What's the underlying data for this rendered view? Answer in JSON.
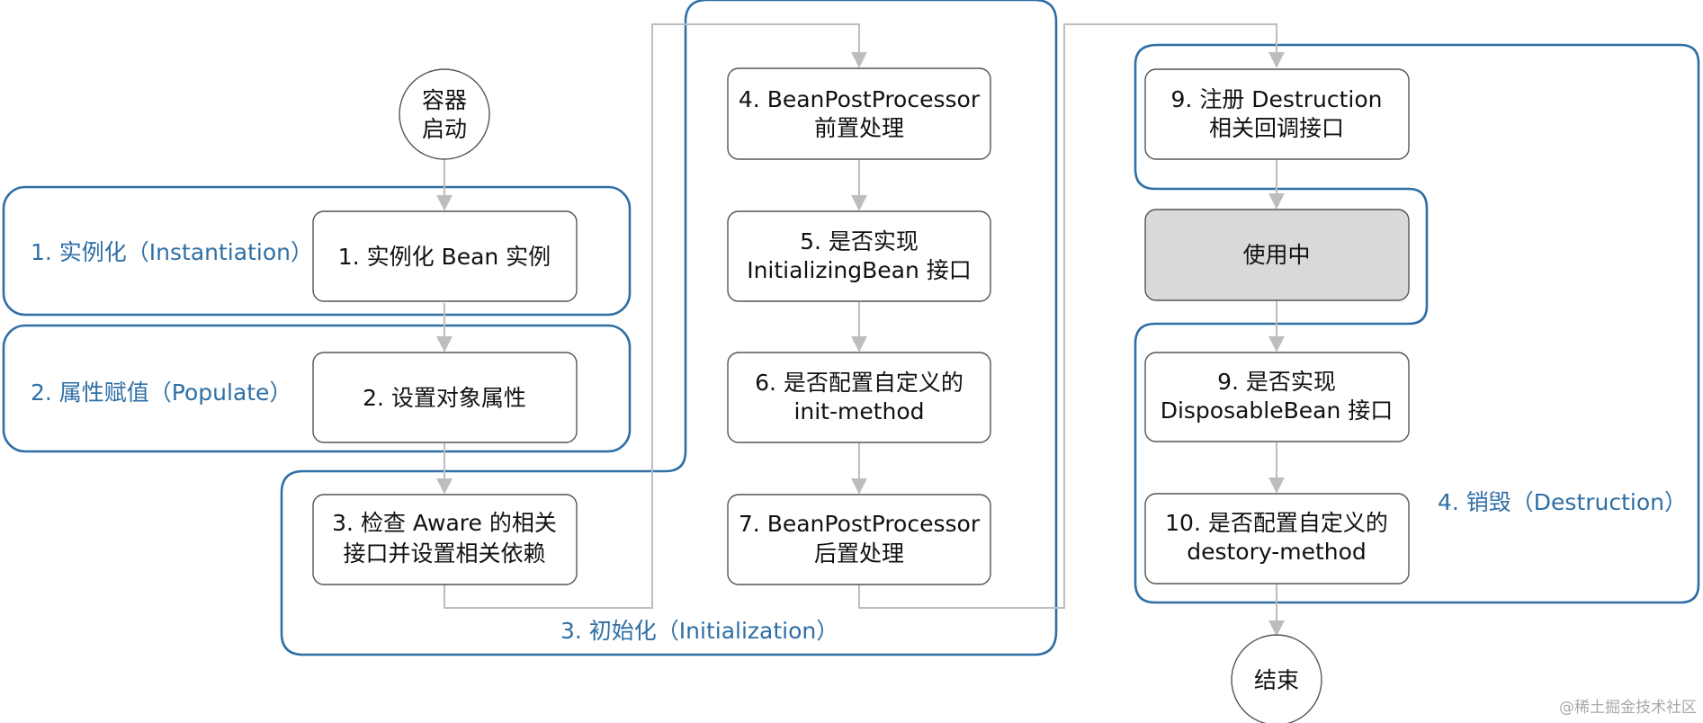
{
  "start": {
    "lines": [
      "容器",
      "启动"
    ]
  },
  "end": {
    "lines": [
      "结束"
    ]
  },
  "phases": {
    "instantiation": "1. 实例化（Instantiation）",
    "populate": "2. 属性赋值（Populate）",
    "initialization": "3. 初始化（Initialization）",
    "destruction": "4. 销毁（Destruction）"
  },
  "nodes": {
    "instantiate_bean": [
      "1. 实例化 Bean 实例"
    ],
    "set_properties": [
      "2. 设置对象属性"
    ],
    "check_aware": [
      "3. 检查 Aware 的相关",
      "接口并设置相关依赖"
    ],
    "bpp_before": [
      "4. BeanPostProcessor",
      "前置处理"
    ],
    "initializing_bean": [
      "5. 是否实现",
      "InitializingBean 接口"
    ],
    "init_method": [
      "6. 是否配置自定义的",
      "init-method"
    ],
    "bpp_after": [
      "7. BeanPostProcessor",
      "后置处理"
    ],
    "register_destruction": [
      "9. 注册 Destruction",
      "相关回调接口"
    ],
    "in_use": [
      "使用中"
    ],
    "disposable_bean": [
      "9. 是否实现",
      "DisposableBean 接口"
    ],
    "destroy_method": [
      "10. 是否配置自定义的",
      "destory-method"
    ]
  },
  "watermark": "@稀土掘金技术社区",
  "colors": {
    "phase_border": "#2f6fa5",
    "node_border": "#555555",
    "connector": "#bdbdbd",
    "in_use_fill": "#d9d9d9"
  }
}
